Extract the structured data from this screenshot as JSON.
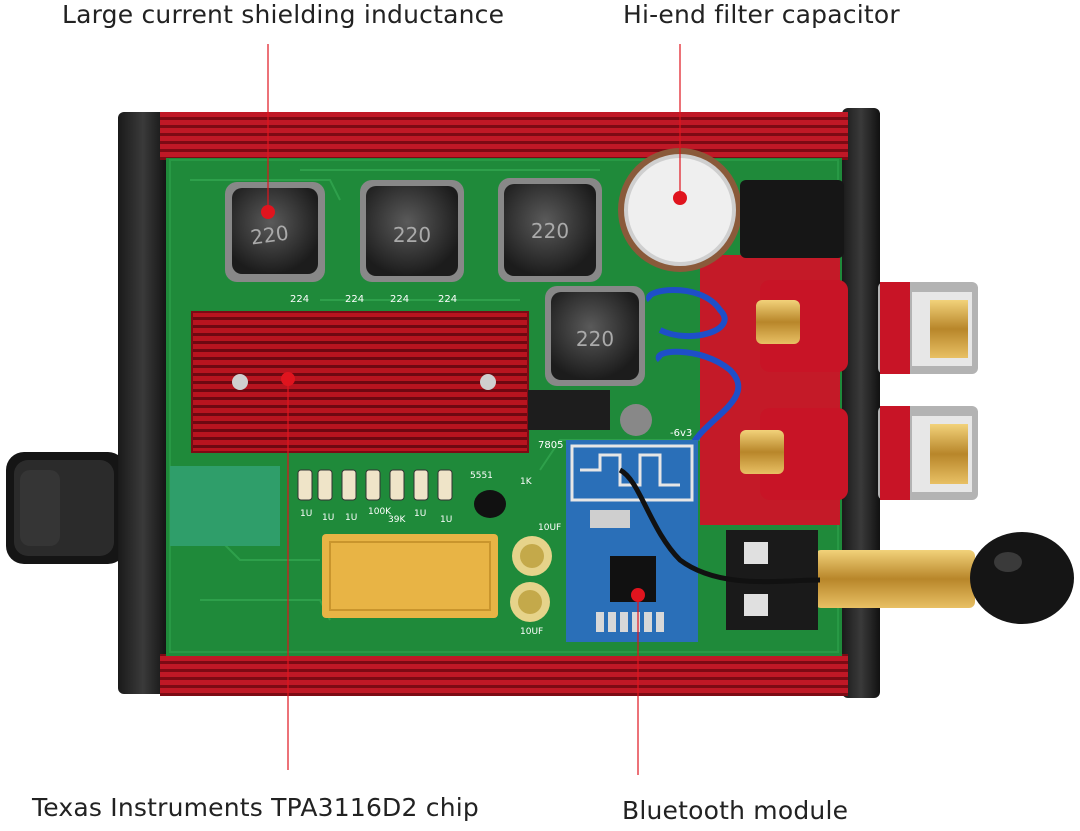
{
  "callouts": {
    "inductance": "Large current shielding inductance",
    "capacitor": "Hi-end filter capacitor",
    "chip": "Texas Instruments TPA3116D2 chip",
    "bluetooth": "Bluetooth module"
  },
  "pcb_markings": {
    "inductor_value": "220",
    "cap_224": "224",
    "res_1u": "1U",
    "res_100k": "100K",
    "res_39k": "39K",
    "chip_5551": "5551",
    "res_1k": "1K",
    "cap_10uf": "10UF",
    "reg_7805": "7805",
    "cap_6v3": "-6v3"
  },
  "colors": {
    "case_red": "#c01826",
    "pcb_green": "#1f8a3a",
    "marker_red": "#e0141e",
    "bt_blue": "#2a6fb8"
  }
}
